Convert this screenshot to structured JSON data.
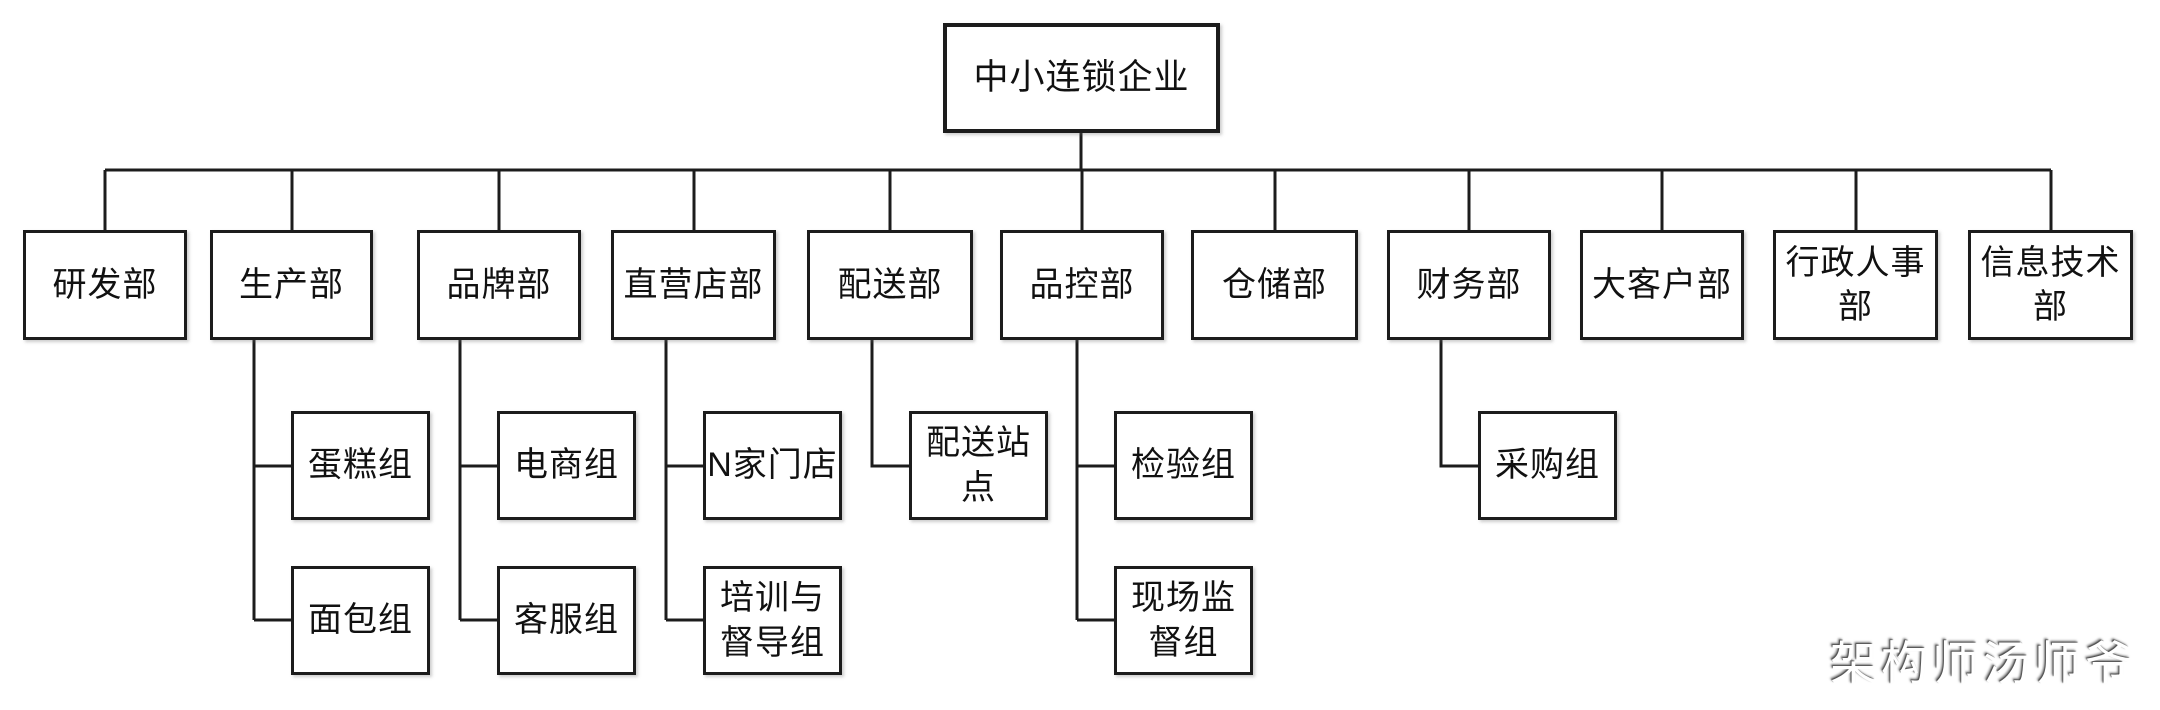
{
  "root": {
    "label": "中小连锁企业"
  },
  "departments": [
    {
      "label": "研发部",
      "children": []
    },
    {
      "label": "生产部",
      "children": [
        {
          "label": "蛋糕组"
        },
        {
          "label": "面包组"
        }
      ]
    },
    {
      "label": "品牌部",
      "children": [
        {
          "label": "电商组"
        },
        {
          "label": "客服组"
        }
      ]
    },
    {
      "label": "直营店部",
      "children": [
        {
          "label": "N家门店"
        },
        {
          "label": "培训与\n督导组"
        }
      ]
    },
    {
      "label": "配送部",
      "children": [
        {
          "label": "配送站\n点"
        }
      ]
    },
    {
      "label": "品控部",
      "children": [
        {
          "label": "检验组"
        },
        {
          "label": "现场监\n督组"
        }
      ]
    },
    {
      "label": "仓储部",
      "children": []
    },
    {
      "label": "财务部",
      "children": [
        {
          "label": "采购组"
        }
      ]
    },
    {
      "label": "大客户部",
      "children": []
    },
    {
      "label": "行政人事\n部",
      "children": []
    },
    {
      "label": "信息技术\n部",
      "children": []
    }
  ],
  "watermark": {
    "text": "架构师汤师爷"
  },
  "colors": {
    "background": "#ffffff",
    "line": "#1c1c1c",
    "box_border": "#1c1c1c",
    "box_bg": "#ffffff",
    "text": "#111111",
    "watermark_text": "#ffffff"
  }
}
